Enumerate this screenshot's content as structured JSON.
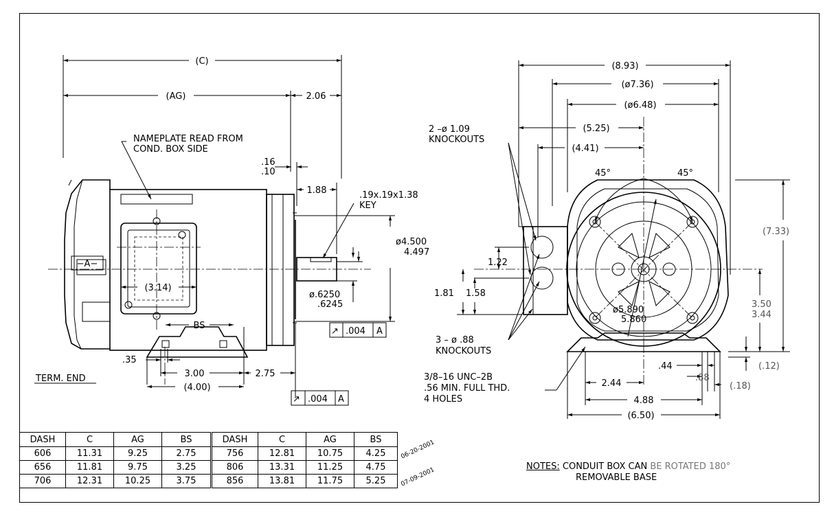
{
  "left_view": {
    "dim_c": "(C)",
    "dim_ag": "(AG)",
    "dim_206": "2.06",
    "nameplate_line1": "NAMEPLATE READ FROM",
    "nameplate_line2": "COND. BOX SIDE",
    "dim_16": ".16",
    "dim_10": ".10",
    "dim_188": "1.88",
    "key_line1": ".19x.19x1.38",
    "key_line2": "KEY",
    "dia_4500": "ø4.500",
    "dia_4497": "4.497",
    "datum_a": "−A−",
    "dim_314": "(3.14)",
    "shaft_6250": "ø.6250",
    "shaft_6245": ".6245",
    "tol_box": ".004",
    "tol_datum": "A",
    "tol_sym": "↗",
    "dim_bs": "BS",
    "dim_35": ".35",
    "dim_300": "3.00",
    "dim_275": "2.75",
    "dim_400": "(4.00)",
    "term_end": "TERM. END"
  },
  "right_view": {
    "dim_893": "(8.93)",
    "dim_736": "(ø7.36)",
    "dim_648": "(ø6.48)",
    "ko_top_line1": "2 –ø 1.09",
    "ko_top_line2": "KNOCKOUTS",
    "dim_525": "(5.25)",
    "dim_441": "(4.41)",
    "angle_left": "45°",
    "angle_right": "45°",
    "dim_733": "(7.33)",
    "dim_122": "1.22",
    "dim_181": "1.81",
    "dim_158": "1.58",
    "dia_5890": "ø5.890",
    "dia_5860": "5.860",
    "dim_350": "3.50",
    "dim_344": "3.44",
    "ko_bot_line1": "3 – ø .88",
    "ko_bot_line2": "KNOCKOUTS",
    "dim_12": "(.12)",
    "dim_44": ".44",
    "dim_88": ".88",
    "dim_18": "(.18)",
    "holes_line1": "3/8–16 UNC–2B",
    "holes_line2": ".56 MIN. FULL THD.",
    "holes_line3": "4 HOLES",
    "dim_244": "2.44",
    "dim_488": "4.88",
    "dim_650": "(6.50)"
  },
  "table": {
    "headers": [
      "DASH",
      "C",
      "AG",
      "BS",
      "DASH",
      "C",
      "AG",
      "BS"
    ],
    "rows": [
      [
        "606",
        "11.31",
        "9.25",
        "2.75",
        "756",
        "12.81",
        "10.75",
        "4.25"
      ],
      [
        "656",
        "11.81",
        "9.75",
        "3.25",
        "806",
        "13.31",
        "11.25",
        "4.75"
      ],
      [
        "706",
        "12.31",
        "10.25",
        "3.75",
        "856",
        "13.81",
        "11.75",
        "5.25"
      ]
    ]
  },
  "stamps": [
    "06-20-2001",
    "07-09-2001"
  ],
  "notes": {
    "label": "NOTES:",
    "line1_a": "CONDUIT BOX CAN",
    "line1_b": "BE ROTATED 180°",
    "line2": "REMOVABLE BASE"
  }
}
